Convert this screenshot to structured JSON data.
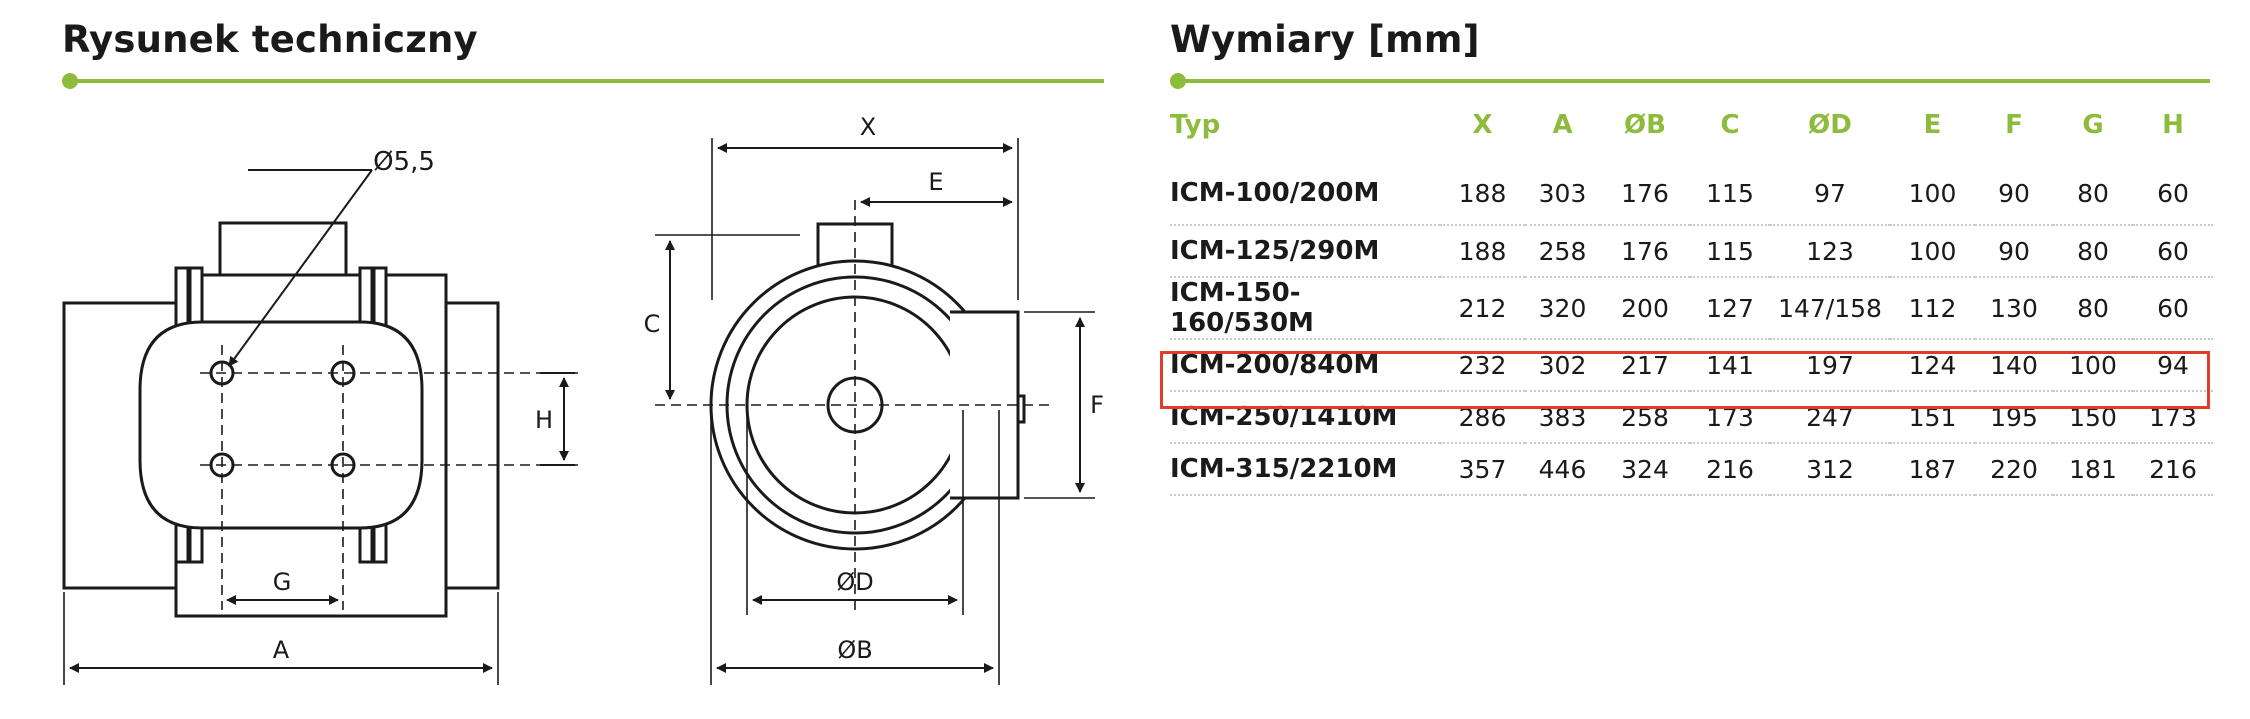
{
  "left": {
    "title": "Rysunek techniczny",
    "labels": {
      "hole": "Ø5,5",
      "h": "H",
      "g": "G",
      "a": "A",
      "x": "X",
      "e": "E",
      "c": "C",
      "f": "F",
      "d": "ØD",
      "b": "ØB"
    }
  },
  "right": {
    "title": "Wymiary [mm]",
    "headers": [
      "Typ",
      "X",
      "A",
      "ØB",
      "C",
      "ØD",
      "E",
      "F",
      "G",
      "H"
    ],
    "rows": [
      [
        "ICM-100/200M",
        "188",
        "303",
        "176",
        "115",
        "97",
        "100",
        "90",
        "80",
        "60"
      ],
      [
        "ICM-125/290M",
        "188",
        "258",
        "176",
        "115",
        "123",
        "100",
        "90",
        "80",
        "60"
      ],
      [
        "ICM-150-160/530M",
        "212",
        "320",
        "200",
        "127",
        "147/158",
        "112",
        "130",
        "80",
        "60"
      ],
      [
        "ICM-200/840M",
        "232",
        "302",
        "217",
        "141",
        "197",
        "124",
        "140",
        "100",
        "94"
      ],
      [
        "ICM-250/1410M",
        "286",
        "383",
        "258",
        "173",
        "247",
        "151",
        "195",
        "150",
        "173"
      ],
      [
        "ICM-315/2210M",
        "357",
        "446",
        "324",
        "216",
        "312",
        "187",
        "220",
        "181",
        "216"
      ]
    ],
    "highlighted_row": "ICM-250/1410M"
  },
  "colors": {
    "accent": "#8dbb3c",
    "highlight": "#e03c2c",
    "text": "#1a1a1a"
  }
}
